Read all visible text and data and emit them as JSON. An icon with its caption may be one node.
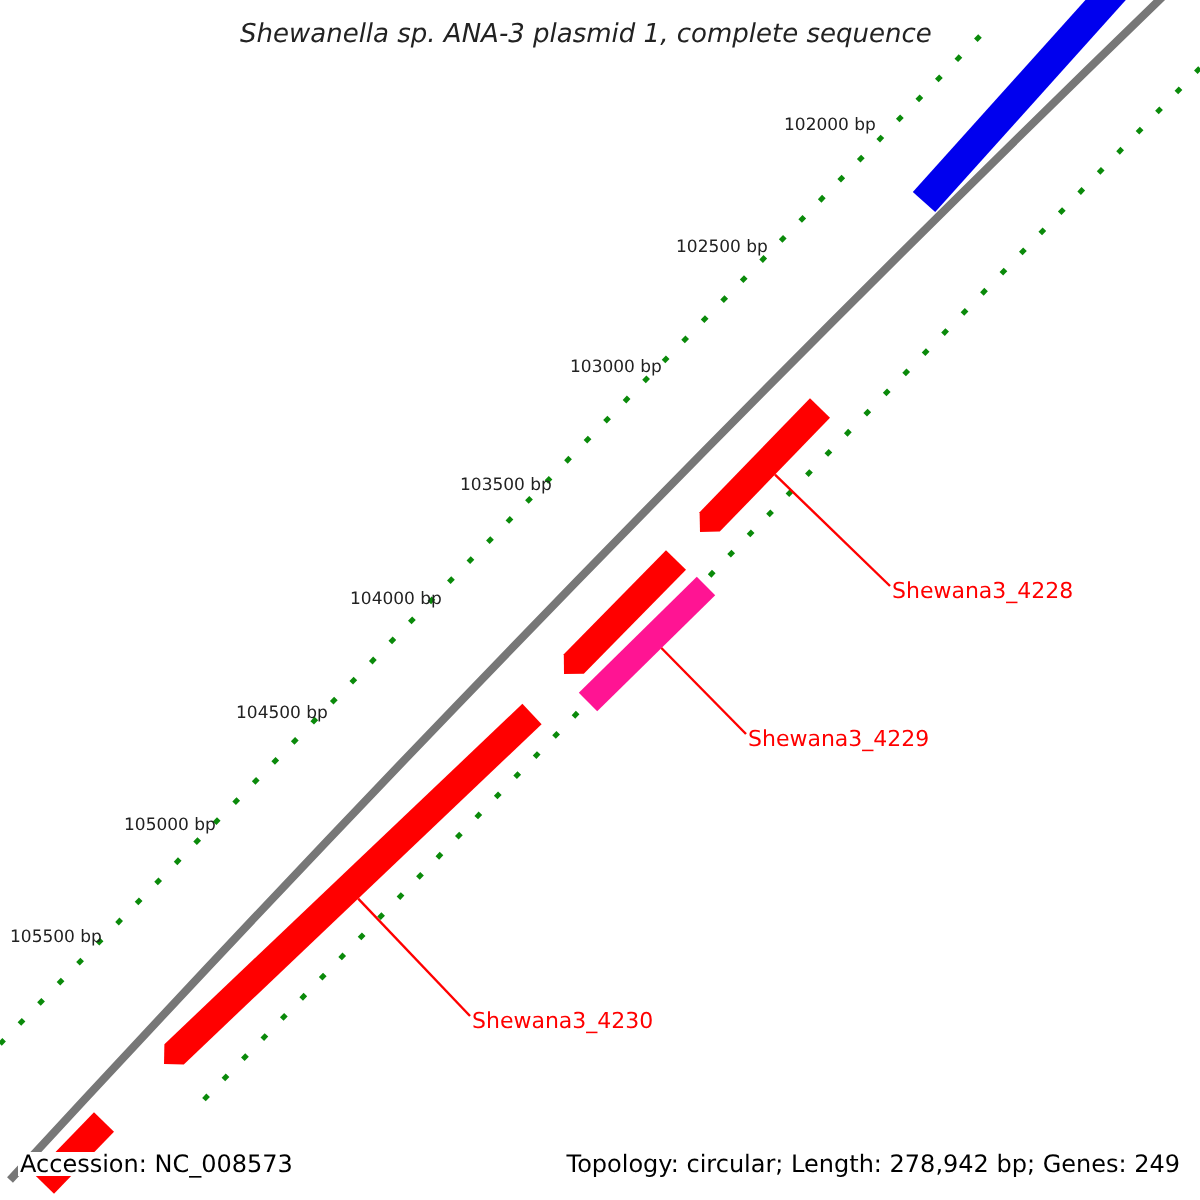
{
  "diagram": {
    "title": "Shewanella sp. ANA-3 plasmid 1, complete sequence",
    "nodes": [
      {
        "text": [],
        "shape": "bar"
      },
      {
        "text": [],
        "shape": "bar"
      },
      {
        "text": [],
        "shape": "bar"
      },
      {
        "text": [],
        "shape": "bar"
      },
      {
        "text": [],
        "shape": "bar"
      },
      {
        "text": [],
        "shape": "bar"
      },
      {
        "text": [
          "Shewana3_4228"
        ]
      },
      {
        "text": [
          "Shewana3_4229"
        ]
      },
      {
        "text": [
          "Shewana3_4230"
        ]
      }
    ],
    "edges": [
      {
        "from": 6,
        "to": 1,
        "arrow": "none"
      },
      {
        "from": 7,
        "to": 3,
        "arrow": "none"
      },
      {
        "from": 8,
        "to": 4,
        "arrow": "none"
      }
    ],
    "labels": [
      "102000 bp",
      "102500 bp",
      "103000 bp",
      "103500 bp",
      "104000 bp",
      "104500 bp",
      "105000 bp",
      "105500 bp",
      "Accession: NC_008573",
      "Topology: circular; Length: 278,942 bp; Genes: 249"
    ]
  }
}
